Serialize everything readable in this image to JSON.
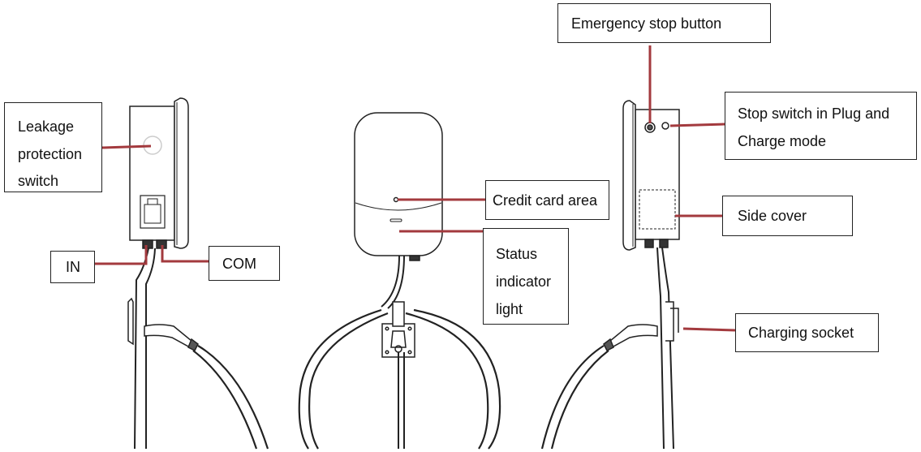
{
  "labels": {
    "leakage": "Leakage protection switch",
    "leakage_lines": [
      "Leakage",
      "protection",
      "switch"
    ],
    "in": "IN",
    "com": "COM",
    "credit": "Credit card area",
    "status_lines": [
      "Status",
      "indicator",
      "light"
    ],
    "emergency": "Emergency stop button",
    "stop_switch_lines": [
      "Stop switch in Plug and",
      "Charge mode"
    ],
    "side_cover": "Side cover",
    "charging_socket": "Charging socket"
  },
  "colors": {
    "leader": "#a33a3e",
    "outline": "#222222"
  }
}
